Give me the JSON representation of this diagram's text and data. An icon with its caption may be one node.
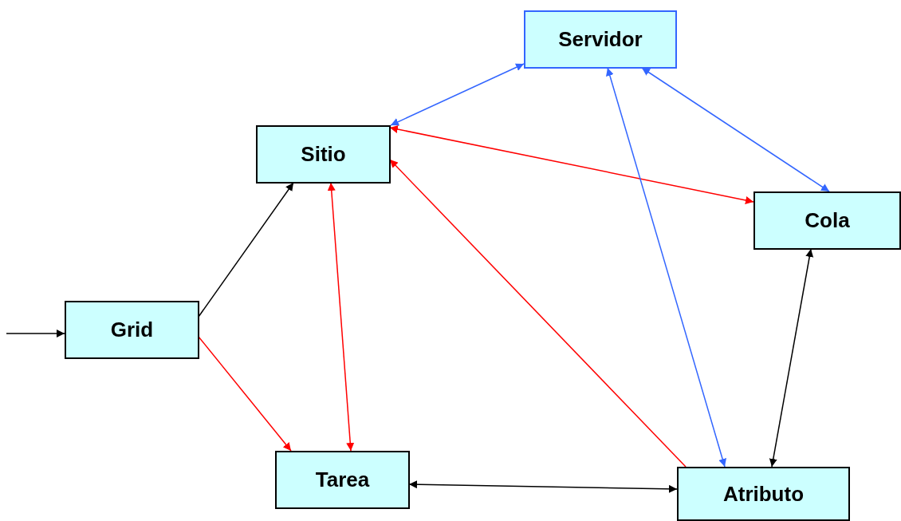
{
  "diagram": {
    "nodes": [
      {
        "text": [
          "Servidor"
        ]
      },
      {
        "text": [
          "Sitio"
        ]
      },
      {
        "text": [
          "Cola"
        ]
      },
      {
        "text": [
          "Grid"
        ]
      },
      {
        "text": [
          "Tarea"
        ]
      },
      {
        "text": [
          "Atributo"
        ]
      }
    ],
    "edges": [
      {
        "from": null,
        "to": 3,
        "arrow": "to"
      },
      {
        "from": 3,
        "to": 1,
        "arrow": "to"
      },
      {
        "from": 3,
        "to": 4,
        "arrow": "to",
        "color": "#ff0000"
      },
      {
        "from": 1,
        "to": 4,
        "arrow": "both",
        "color": "#ff0000"
      },
      {
        "from": 1,
        "to": 0,
        "arrow": "both",
        "color": "#3366ff"
      },
      {
        "from": 1,
        "to": 2,
        "arrow": "both",
        "color": "#ff0000"
      },
      {
        "from": 0,
        "to": 2,
        "arrow": "both",
        "color": "#3366ff"
      },
      {
        "from": 0,
        "to": 5,
        "arrow": "both",
        "color": "#3366ff"
      },
      {
        "from": 5,
        "to": 1,
        "arrow": "to",
        "color": "#ff0000"
      },
      {
        "from": 2,
        "to": 5,
        "arrow": "both"
      },
      {
        "from": 4,
        "to": 5,
        "arrow": "both"
      }
    ]
  }
}
